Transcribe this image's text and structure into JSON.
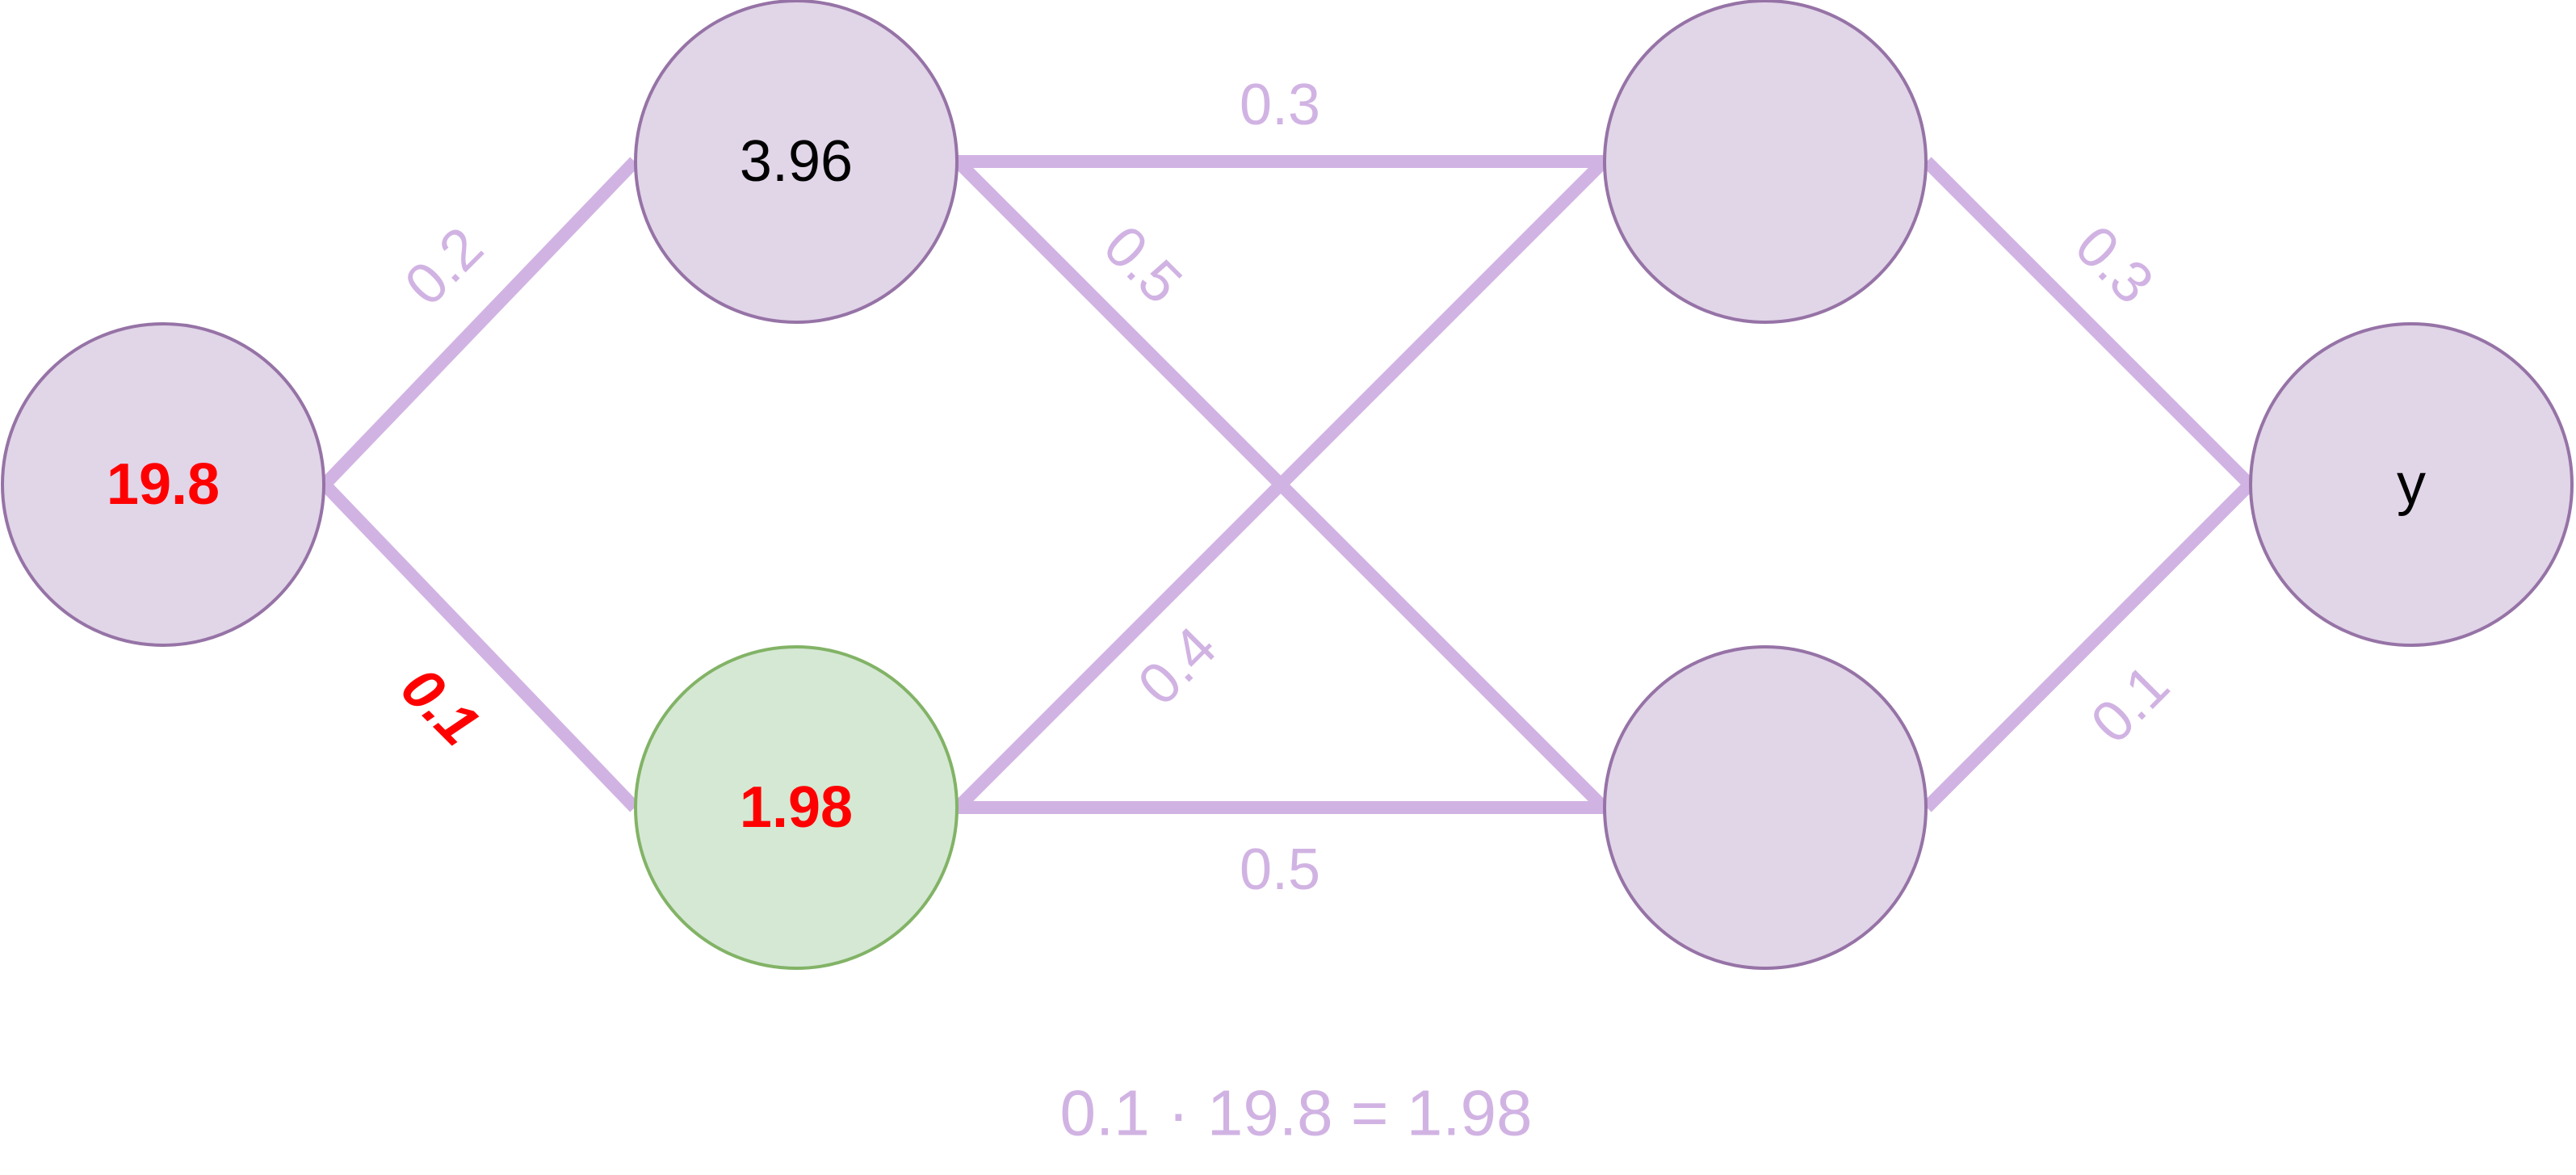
{
  "nodes": {
    "input": "19.8",
    "hidden1_top": "3.96",
    "hidden1_bottom": "1.98",
    "hidden2_top": "",
    "hidden2_bottom": "",
    "output": "y"
  },
  "weights": {
    "input_to_h1_top": "0.2",
    "input_to_h1_bottom": "0.1",
    "h1_top_to_h2_top": "0.3",
    "h1_top_to_h2_bottom": "0.5",
    "h1_bottom_to_h2_top": "0.4",
    "h1_bottom_to_h2_bottom": "0.5",
    "h2_top_to_output": "0.3",
    "h2_bottom_to_output": "0.1"
  },
  "formula": "0.1 · 19.8 = 1.98",
  "colors": {
    "edge": "#d1b3e3",
    "node_fill": "#e1d5e8",
    "node_stroke": "#9673a6",
    "active_node_fill": "#d5e8d4",
    "active_node_stroke": "#82b366",
    "highlight_text": "#ff0000"
  }
}
